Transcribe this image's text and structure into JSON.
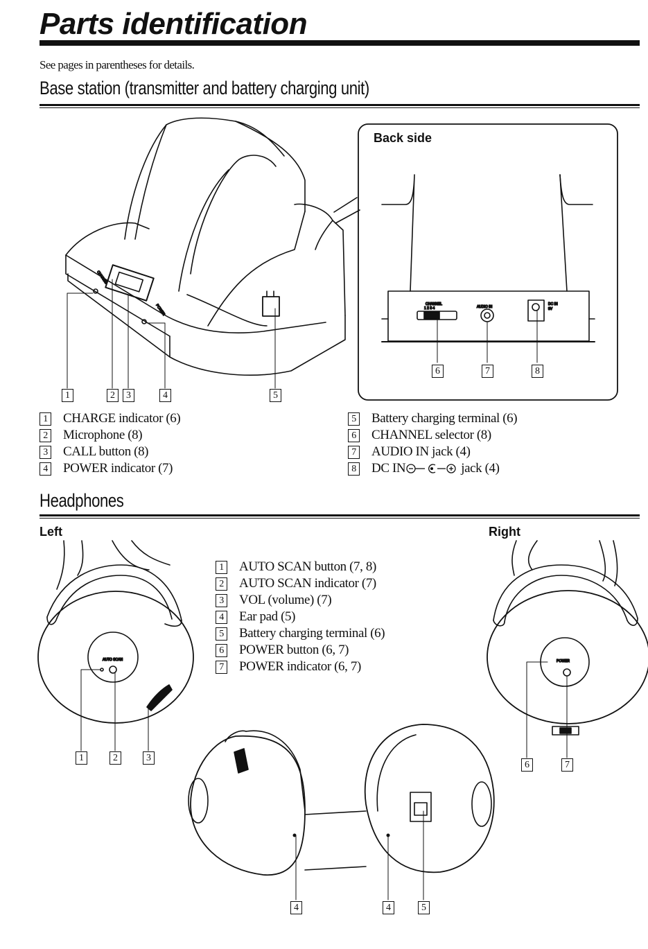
{
  "page": {
    "title": "Parts identification",
    "intro": "See pages in parentheses for details."
  },
  "base_station": {
    "heading": "Base station (transmitter and battery charging unit)",
    "back_side_label": "Back side",
    "back_panel_labels": {
      "channel": "CHANNEL",
      "channel_numbers": "1  2  3  4",
      "audio_in": "AUDIO IN",
      "dc_in": "DC IN",
      "dc_spec": "9V"
    },
    "callouts": [
      "1",
      "2",
      "3",
      "4",
      "5",
      "6",
      "7",
      "8"
    ],
    "parts_left": [
      {
        "num": "1",
        "label": "CHARGE indicator (6)"
      },
      {
        "num": "2",
        "label": "Microphone (8)"
      },
      {
        "num": "3",
        "label": "CALL button (8)"
      },
      {
        "num": "4",
        "label": "POWER indicator (7)"
      }
    ],
    "parts_right": [
      {
        "num": "5",
        "label": "Battery charging terminal (6)"
      },
      {
        "num": "6",
        "label": "CHANNEL selector (8)"
      },
      {
        "num": "7",
        "label": "AUDIO IN jack (4)"
      },
      {
        "num": "8",
        "label_prefix": "DC IN",
        "label_suffix": "jack (4)"
      }
    ]
  },
  "headphones": {
    "heading": "Headphones",
    "left_label": "Left",
    "right_label": "Right",
    "left_cup_text": "AUTO SCAN",
    "right_cup_text": "POWER",
    "callouts_left": [
      "1",
      "2",
      "3"
    ],
    "callouts_right": [
      "6",
      "7"
    ],
    "callouts_bottom": [
      "4",
      "4",
      "5"
    ],
    "parts": [
      {
        "num": "1",
        "label": "AUTO SCAN button (7, 8)"
      },
      {
        "num": "2",
        "label": "AUTO SCAN indicator (7)"
      },
      {
        "num": "3",
        "label": "VOL (volume) (7)"
      },
      {
        "num": "4",
        "label": "Ear pad (5)"
      },
      {
        "num": "5",
        "label": "Battery charging terminal (6)"
      },
      {
        "num": "6",
        "label": "POWER button (6, 7)"
      },
      {
        "num": "7",
        "label": "POWER indicator (6, 7)"
      }
    ]
  }
}
